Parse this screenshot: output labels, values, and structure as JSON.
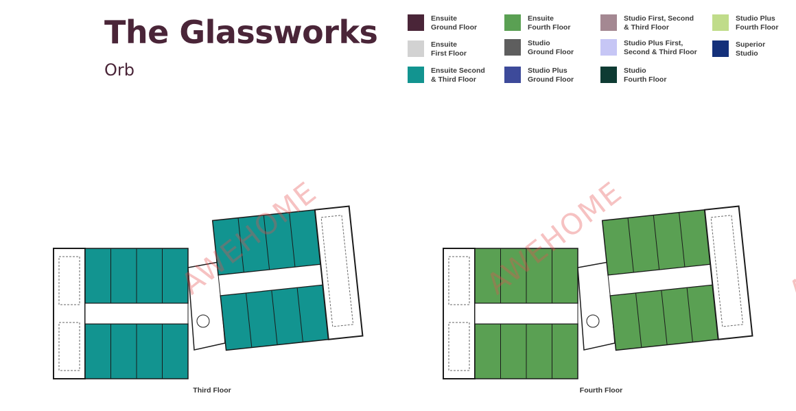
{
  "header": {
    "title": "The Glassworks",
    "subtitle": "Orb"
  },
  "legend": {
    "items": [
      {
        "label": "Ensuite\nGround Floor",
        "color": "#4a2538"
      },
      {
        "label": "Ensuite\nFirst Floor",
        "color": "#d2d2d2"
      },
      {
        "label": "Ensuite Second\n& Third Floor",
        "color": "#129490"
      },
      {
        "label": "Ensuite\nFourth Floor",
        "color": "#5aa053"
      },
      {
        "label": "Studio\nGround Floor",
        "color": "#5e5e5e"
      },
      {
        "label": "Studio Plus\nGround Floor",
        "color": "#3d4a9a"
      },
      {
        "label": "Studio First, Second\n& Third Floor",
        "color": "#a48892"
      },
      {
        "label": "Studio Plus First,\nSecond & Third Floor",
        "color": "#c6c6f5"
      },
      {
        "label": "Studio\nFourth Floor",
        "color": "#0e3b33"
      },
      {
        "label": "Studio Plus\nFourth Floor",
        "color": "#c0dc8a"
      },
      {
        "label": "Superior\nStudio",
        "color": "#14307a"
      }
    ]
  },
  "plans": [
    {
      "caption": "Third Floor",
      "room_color": "#129490"
    },
    {
      "caption": "Fourth Floor",
      "room_color": "#5aa053"
    }
  ],
  "watermark": {
    "text": "AWEHOME"
  }
}
